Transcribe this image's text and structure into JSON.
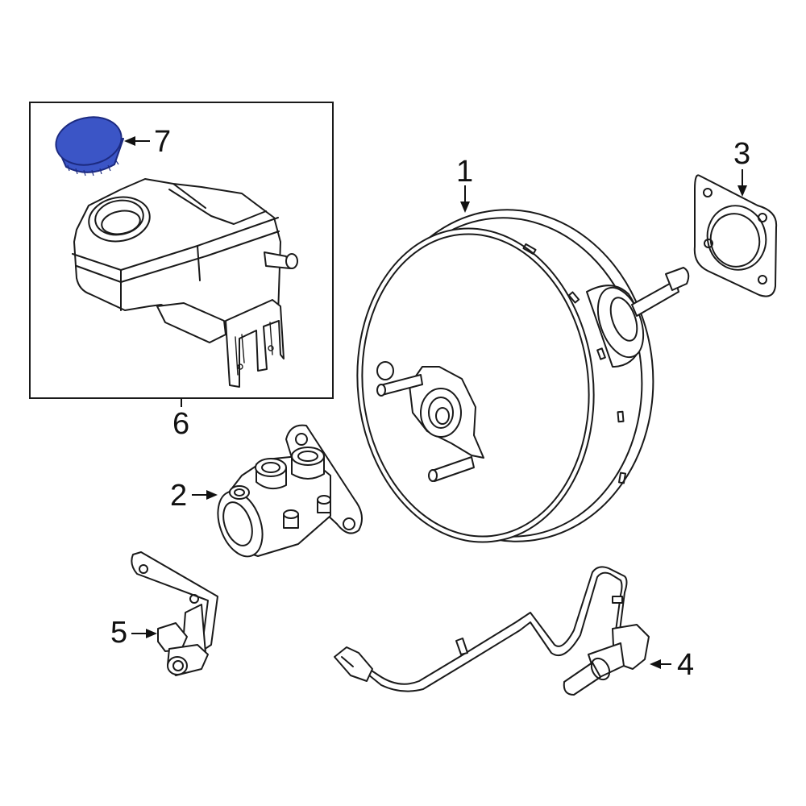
{
  "colors": {
    "highlight_fill": "#3b55c6",
    "highlight_stroke": "#1c2a80",
    "line": "#1a1a1a",
    "background": "#ffffff"
  },
  "callouts": {
    "c1": "1",
    "c2": "2",
    "c3": "3",
    "c4": "4",
    "c5": "5",
    "c6": "6",
    "c7": "7"
  },
  "highlighted_part": "7"
}
